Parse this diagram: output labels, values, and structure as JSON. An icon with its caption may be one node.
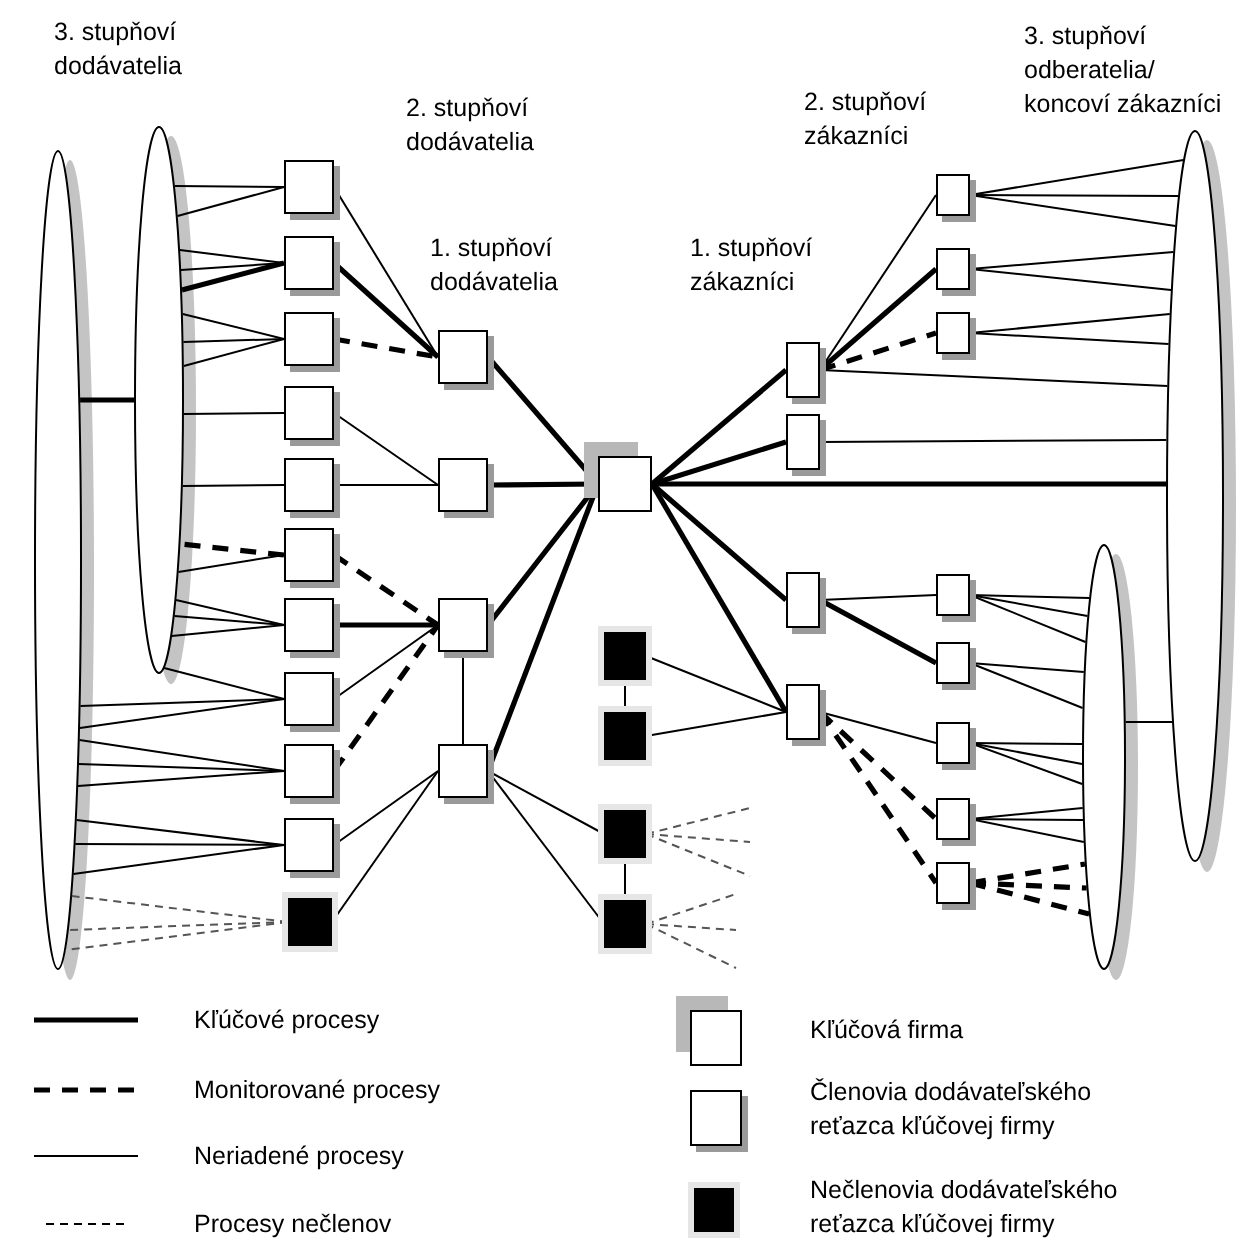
{
  "diagram": {
    "nodes": [
      {
        "text": [],
        "shape": "ellipse"
      },
      {
        "text": [],
        "shape": "ellipse"
      },
      {
        "text": [],
        "shape": "box"
      },
      {
        "text": [],
        "shape": "box"
      },
      {
        "text": [],
        "shape": "box"
      },
      {
        "text": [],
        "shape": "box"
      },
      {
        "text": [],
        "shape": "box"
      },
      {
        "text": [],
        "shape": "box"
      },
      {
        "text": [],
        "shape": "box"
      },
      {
        "text": [],
        "shape": "box"
      },
      {
        "text": [],
        "shape": "box"
      },
      {
        "text": [],
        "shape": "box"
      },
      {
        "text": [],
        "shape": "block"
      },
      {
        "text": [],
        "shape": "box"
      },
      {
        "text": [],
        "shape": "box"
      },
      {
        "text": [],
        "shape": "box"
      },
      {
        "text": [],
        "shape": "box"
      },
      {
        "text": [],
        "shape": "box"
      },
      {
        "text": [],
        "shape": "block"
      },
      {
        "text": [],
        "shape": "block"
      },
      {
        "text": [],
        "shape": "block"
      },
      {
        "text": [],
        "shape": "block"
      },
      {
        "text": [],
        "shape": "box"
      },
      {
        "text": [],
        "shape": "box"
      },
      {
        "text": [],
        "shape": "box"
      },
      {
        "text": [],
        "shape": "box"
      },
      {
        "text": [],
        "shape": "box"
      },
      {
        "text": [],
        "shape": "box"
      },
      {
        "text": [],
        "shape": "box"
      },
      {
        "text": [],
        "shape": "box"
      },
      {
        "text": [],
        "shape": "box"
      },
      {
        "text": [],
        "shape": "box"
      },
      {
        "text": [],
        "shape": "box"
      },
      {
        "text": [],
        "shape": "box"
      },
      {
        "text": [],
        "shape": "ellipse"
      },
      {
        "text": [],
        "shape": "ellipse"
      }
    ],
    "edges": [
      {
        "from": 0,
        "to": 1,
        "arrow": "none",
        "style": "thick"
      },
      {
        "from": 2,
        "to": 1,
        "arrow": "none"
      },
      {
        "from": 2,
        "to": 1,
        "arrow": "none"
      },
      {
        "from": 3,
        "to": 1,
        "arrow": "none"
      },
      {
        "from": 3,
        "to": 1,
        "arrow": "none"
      },
      {
        "from": 3,
        "to": 1,
        "arrow": "none",
        "style": "thick"
      },
      {
        "from": 4,
        "to": 1,
        "arrow": "none"
      },
      {
        "from": 4,
        "to": 1,
        "arrow": "none"
      },
      {
        "from": 4,
        "to": 1,
        "arrow": "none"
      },
      {
        "from": 5,
        "to": 1,
        "arrow": "none"
      },
      {
        "from": 6,
        "to": 1,
        "arrow": "none"
      },
      {
        "from": 7,
        "to": 1,
        "arrow": "none",
        "style": "dashed"
      },
      {
        "from": 7,
        "to": 1,
        "arrow": "none"
      },
      {
        "from": 8,
        "to": 1,
        "arrow": "none"
      },
      {
        "from": 8,
        "to": 1,
        "arrow": "none"
      },
      {
        "from": 8,
        "to": 1,
        "arrow": "none"
      },
      {
        "from": 9,
        "to": 1,
        "arrow": "none"
      },
      {
        "from": 9,
        "to": 0,
        "arrow": "none"
      },
      {
        "from": 9,
        "to": 0,
        "arrow": "none"
      },
      {
        "from": 10,
        "to": 0,
        "arrow": "none"
      },
      {
        "from": 10,
        "to": 0,
        "arrow": "none"
      },
      {
        "from": 10,
        "to": 0,
        "arrow": "none"
      },
      {
        "from": 11,
        "to": 0,
        "arrow": "none"
      },
      {
        "from": 11,
        "to": 0,
        "arrow": "none"
      },
      {
        "from": 11,
        "to": 0,
        "arrow": "none"
      },
      {
        "from": 12,
        "to": 0,
        "arrow": "none",
        "style": "dashed",
        "color": "#555555"
      },
      {
        "from": 12,
        "to": 0,
        "arrow": "none",
        "style": "dashed",
        "color": "#555555"
      },
      {
        "from": 12,
        "to": 0,
        "arrow": "none",
        "style": "dashed",
        "color": "#555555"
      },
      {
        "from": 2,
        "to": 13,
        "arrow": "none"
      },
      {
        "from": 3,
        "to": 13,
        "arrow": "none",
        "style": "thick"
      },
      {
        "from": 4,
        "to": 13,
        "arrow": "none",
        "style": "dashed"
      },
      {
        "from": 5,
        "to": 14,
        "arrow": "none"
      },
      {
        "from": 6,
        "to": 14,
        "arrow": "none"
      },
      {
        "from": 7,
        "to": 15,
        "arrow": "none",
        "style": "dashed"
      },
      {
        "from": 8,
        "to": 15,
        "arrow": "none",
        "style": "thick"
      },
      {
        "from": 9,
        "to": 15,
        "arrow": "none"
      },
      {
        "from": 10,
        "to": 15,
        "arrow": "none",
        "style": "dashed"
      },
      {
        "from": 11,
        "to": 16,
        "arrow": "none"
      },
      {
        "from": 12,
        "to": 16,
        "arrow": "none"
      },
      {
        "from": 15,
        "to": 16,
        "arrow": "none"
      },
      {
        "from": 13,
        "to": 17,
        "arrow": "none",
        "style": "thick"
      },
      {
        "from": 14,
        "to": 17,
        "arrow": "none",
        "style": "thick"
      },
      {
        "from": 15,
        "to": 17,
        "arrow": "none",
        "style": "thick"
      },
      {
        "from": 16,
        "to": 17,
        "arrow": "none",
        "style": "thick"
      },
      {
        "from": 16,
        "to": 20,
        "arrow": "none"
      },
      {
        "from": 16,
        "to": 21,
        "arrow": "none"
      },
      {
        "from": 18,
        "to": 19,
        "arrow": "none"
      },
      {
        "from": 20,
        "to": 21,
        "arrow": "none"
      },
      {
        "from": 18,
        "to": 25,
        "arrow": "none"
      },
      {
        "from": 19,
        "to": 25,
        "arrow": "none"
      },
      {
        "from": 20,
        "to": null,
        "arrow": "none",
        "style": "dashed",
        "color": "#555555"
      },
      {
        "from": 20,
        "to": null,
        "arrow": "none",
        "style": "dashed",
        "color": "#555555"
      },
      {
        "from": 20,
        "to": null,
        "arrow": "none",
        "style": "dashed",
        "color": "#555555"
      },
      {
        "from": 21,
        "to": null,
        "arrow": "none",
        "style": "dashed",
        "color": "#555555"
      },
      {
        "from": 21,
        "to": null,
        "arrow": "none",
        "style": "dashed",
        "color": "#555555"
      },
      {
        "from": 21,
        "to": null,
        "arrow": "none",
        "style": "dashed",
        "color": "#555555"
      },
      {
        "from": 17,
        "to": 22,
        "arrow": "none",
        "style": "thick"
      },
      {
        "from": 17,
        "to": 23,
        "arrow": "none",
        "style": "thick"
      },
      {
        "from": 17,
        "to": 34,
        "arrow": "none",
        "style": "thick"
      },
      {
        "from": 17,
        "to": 24,
        "arrow": "none",
        "style": "thick"
      },
      {
        "from": 17,
        "to": 25,
        "arrow": "none",
        "style": "thick"
      },
      {
        "from": 22,
        "to": 26,
        "arrow": "none"
      },
      {
        "from": 22,
        "to": 27,
        "arrow": "none",
        "style": "thick"
      },
      {
        "from": 22,
        "to": 28,
        "arrow": "none",
        "style": "dashed"
      },
      {
        "from": 22,
        "to": 34,
        "arrow": "none"
      },
      {
        "from": 23,
        "to": 34,
        "arrow": "none"
      },
      {
        "from": 24,
        "to": 29,
        "arrow": "none"
      },
      {
        "from": 24,
        "to": 30,
        "arrow": "none",
        "style": "thick"
      },
      {
        "from": 25,
        "to": 31,
        "arrow": "none"
      },
      {
        "from": 25,
        "to": 32,
        "arrow": "none",
        "style": "dashed"
      },
      {
        "from": 25,
        "to": 33,
        "arrow": "none",
        "style": "dashed"
      },
      {
        "from": 26,
        "to": 34,
        "arrow": "none"
      },
      {
        "from": 26,
        "to": 34,
        "arrow": "none"
      },
      {
        "from": 26,
        "to": 34,
        "arrow": "none"
      },
      {
        "from": 27,
        "to": 34,
        "arrow": "none"
      },
      {
        "from": 27,
        "to": 34,
        "arrow": "none"
      },
      {
        "from": 28,
        "to": 34,
        "arrow": "none"
      },
      {
        "from": 28,
        "to": 34,
        "arrow": "none"
      },
      {
        "from": 29,
        "to": 35,
        "arrow": "none"
      },
      {
        "from": 29,
        "to": 35,
        "arrow": "none"
      },
      {
        "from": 29,
        "to": 35,
        "arrow": "none"
      },
      {
        "from": 30,
        "to": 35,
        "arrow": "none"
      },
      {
        "from": 30,
        "to": 35,
        "arrow": "none"
      },
      {
        "from": 31,
        "to": 35,
        "arrow": "none"
      },
      {
        "from": 31,
        "to": 35,
        "arrow": "none"
      },
      {
        "from": 31,
        "to": 35,
        "arrow": "none"
      },
      {
        "from": 32,
        "to": 35,
        "arrow": "none"
      },
      {
        "from": 32,
        "to": 35,
        "arrow": "none"
      },
      {
        "from": 32,
        "to": 35,
        "arrow": "none"
      },
      {
        "from": 33,
        "to": 35,
        "arrow": "none",
        "style": "dashed"
      },
      {
        "from": 33,
        "to": 35,
        "arrow": "none",
        "style": "dashed"
      },
      {
        "from": 33,
        "to": 35,
        "arrow": "none",
        "style": "dashed"
      },
      {
        "from": 35,
        "to": 34,
        "arrow": "none"
      }
    ],
    "labels": [
      "3. stupňoví dodávatelia",
      "2. stupňoví dodávatelia",
      "1. stupňoví dodávatelia",
      "1. stupňoví zákazníci",
      "2. stupňoví zákazníci",
      "3. stupňoví odberatelia/ koncoví zákazníci"
    ],
    "legend": [
      {
        "text": "Kľúčové procesy"
      },
      {
        "text": "Monitorované procesy"
      },
      {
        "text": "Neriadené procesy"
      },
      {
        "text": "Procesy nečlenov"
      },
      {
        "text": "Kľúčová firma"
      },
      {
        "text": "Členovia dodávateľského reťazca kľúčovej firmy"
      },
      {
        "text": "Nečlenovia dodávateľského reťazca kľúčovej firmy"
      }
    ]
  }
}
